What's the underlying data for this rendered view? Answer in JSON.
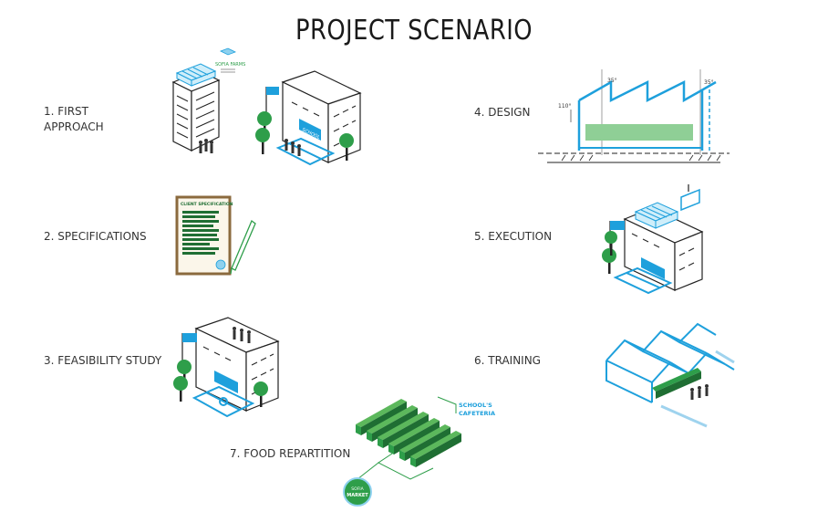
{
  "title": "PROJECT SCENARIO",
  "steps": [
    {
      "label": "1. FIRST APPROACH"
    },
    {
      "label": "2. SPECIFICATIONS"
    },
    {
      "label": "3. FEASIBILITY STUDY"
    },
    {
      "label": "4. DESIGN"
    },
    {
      "label": "5. EXECUTION"
    },
    {
      "label": "6. TRAINING"
    },
    {
      "label": "7. FOOD REPARTITION"
    }
  ],
  "annotations": {
    "client_spec": "CLIENT SPECIFICATION",
    "school_cafeteria_line1": "SCHOOL'S",
    "school_cafeteria_line2": "CAFETERIA",
    "brand": "SOFIA FARMS",
    "market_line1": "SOFIA",
    "market_line2": "MARKET",
    "school_sign": "SCHOOL",
    "angle_left": "35°",
    "angle_right": "35°",
    "angle_side": "110°"
  },
  "colors": {
    "blue": "#1ea0dc",
    "green": "#2e9e4a",
    "dark_green": "#1f6e33",
    "line": "#222222",
    "brown": "#8b6a3e"
  }
}
